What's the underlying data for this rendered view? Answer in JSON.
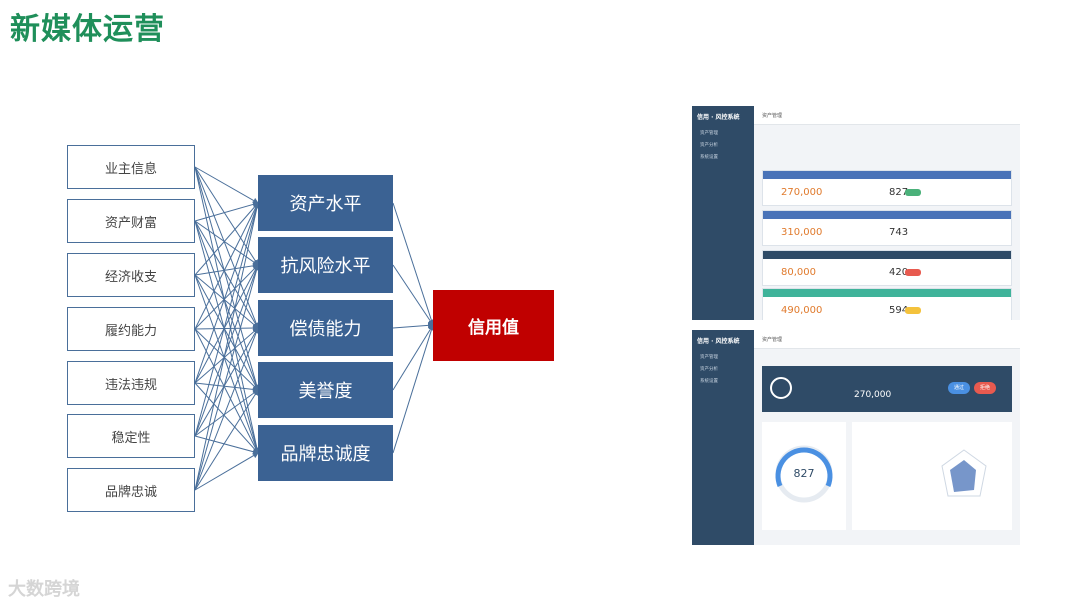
{
  "page_title": "新媒体运营",
  "inputs": [
    "业主信息",
    "资产财富",
    "经济收支",
    "履约能力",
    "违法违规",
    "稳定性",
    "品牌忠诚"
  ],
  "factors": [
    "资产水平",
    "抗风险水平",
    "偿债能力",
    "美誉度",
    "品牌忠诚度"
  ],
  "output": "信用值",
  "screenshot_top": {
    "brand": "信用 · 风控系统",
    "header": "资产管理",
    "menu": [
      "资产管理",
      "资产分析",
      "系统设置"
    ],
    "cards": [
      {
        "amount": "270,000",
        "score": "827",
        "color": "#4a73b8",
        "pill": "#4bb17a"
      },
      {
        "amount": "310,000",
        "score": "743",
        "color": "#4a73b8",
        "pill": ""
      },
      {
        "amount": "80,000",
        "score": "420",
        "color": "#2f4b67",
        "pill": "#e85a4f"
      },
      {
        "amount": "490,000",
        "score": "594",
        "color": "#3fb39a",
        "pill": "#f4c23c"
      }
    ]
  },
  "screenshot_bottom": {
    "brand": "信用 · 风控系统",
    "header": "资产管理",
    "menu": [
      "资产管理",
      "资产分析",
      "系统设置"
    ],
    "amount": "270,000",
    "score": "827",
    "btn_pass": "通过",
    "btn_reject": "拒绝"
  },
  "watermark": "大数跨境"
}
